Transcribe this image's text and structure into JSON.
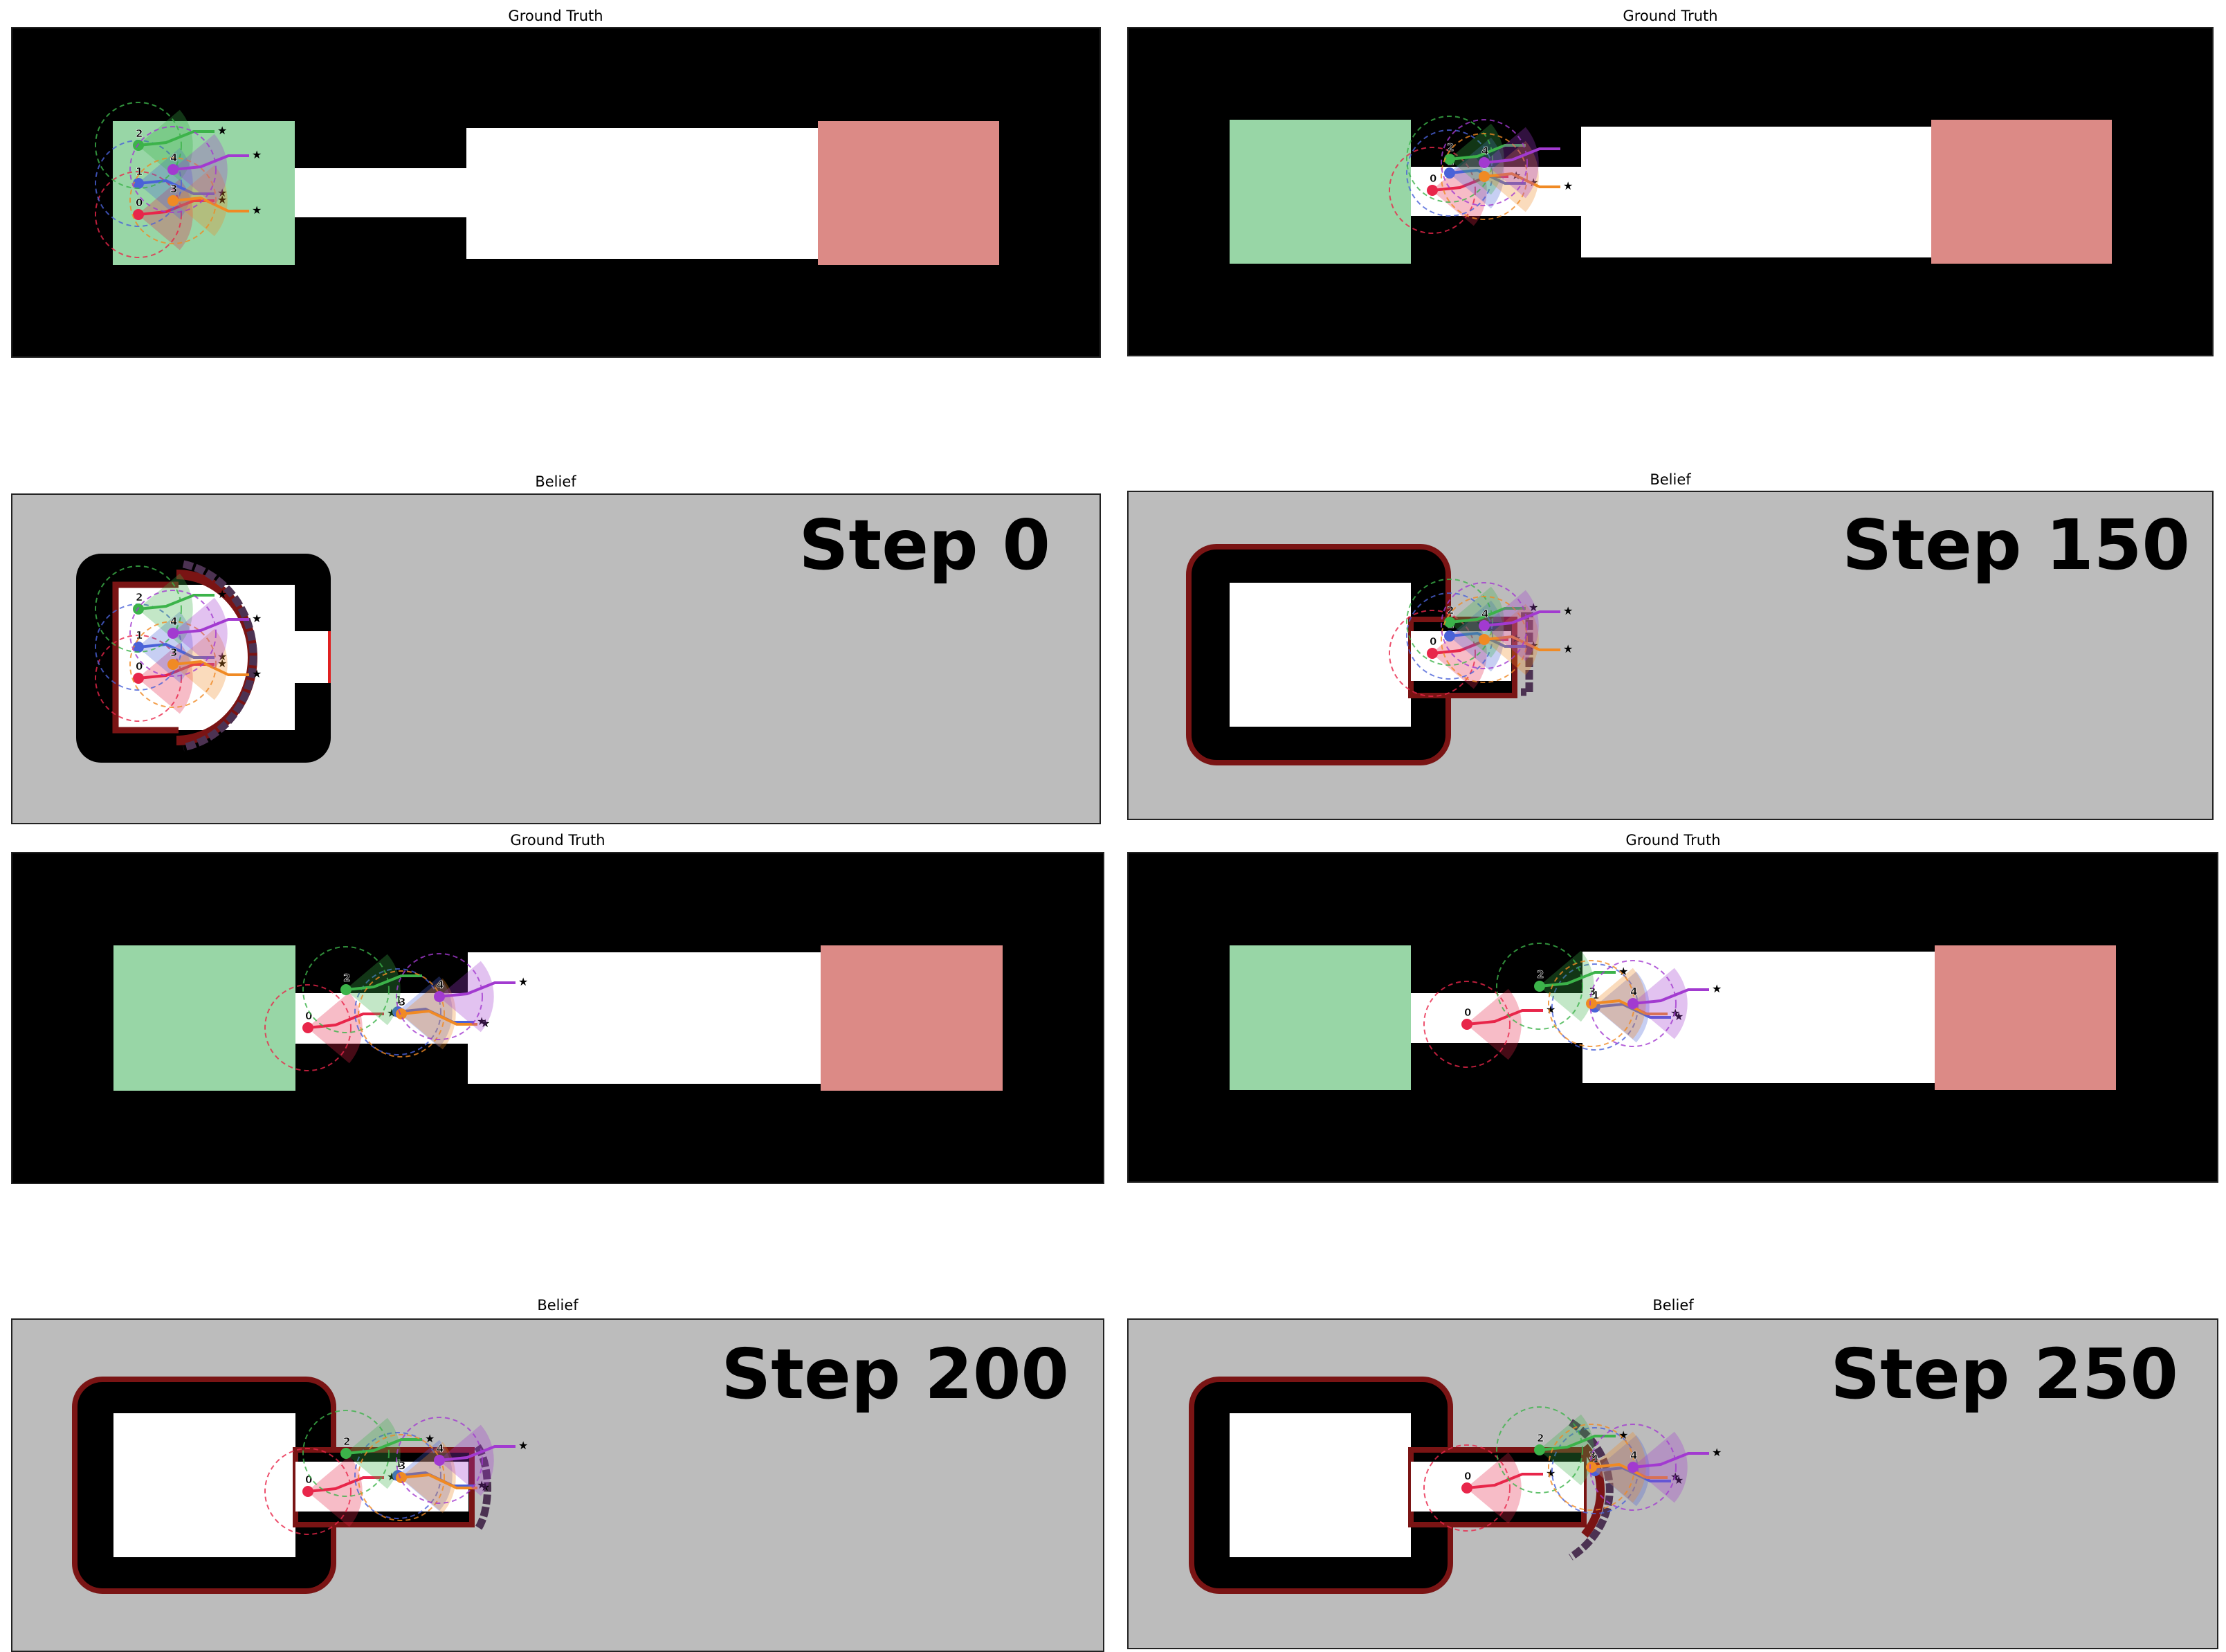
{
  "titles": {
    "ground_truth": "Ground Truth",
    "belief": "Belief"
  },
  "steps": [
    {
      "label": "Step 0"
    },
    {
      "label": "Step 150"
    },
    {
      "label": "Step 200"
    },
    {
      "label": "Step 250"
    }
  ],
  "robot_labels": [
    "0",
    "1",
    "2",
    "3",
    "4"
  ],
  "colors": {
    "wall": "#000000",
    "free": "#ffffff",
    "start_zone": "#98d6a6",
    "goal_zone": "#dc8a86",
    "unknown": "#bcbcbc",
    "frontier": "#7a1414",
    "frontier_outer": "#4c3252",
    "robot_red": "#e8264a",
    "robot_blue": "#4a62d8",
    "robot_green": "#3cb34a",
    "robot_orange": "#f08a24",
    "robot_purple": "#a23ad0"
  }
}
